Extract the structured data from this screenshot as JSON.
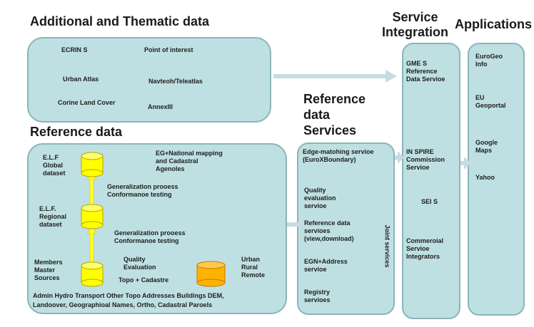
{
  "headings": {
    "additional": "Additional  and Thematic data",
    "reference": "Reference data",
    "reference_services": [
      "Reference",
      "data",
      "Services"
    ],
    "service_integration": [
      "Service",
      "Integration"
    ],
    "applications": "Applications"
  },
  "additional_items": {
    "ecrins": "ECRIN S",
    "poi": "Point of interest",
    "urban_atlas": "Urban Atlas",
    "navteq": "Navteoh/Teleatlas",
    "corine": "Corine Land Cover",
    "annex": "AnnexIII"
  },
  "reference_items": {
    "elf_global": [
      "E.L.F",
      "Global",
      "dataset"
    ],
    "eg_national": [
      "EG+National mapping",
      "and Cadastral",
      "Agenoles"
    ],
    "gen1": [
      "Generalization prooess",
      "Conformanoe  testing"
    ],
    "elf_regional": [
      "E.L.F.",
      "Regional",
      "dataset"
    ],
    "gen2": [
      "Generalization prooess",
      "Conformanoe  testing"
    ],
    "quality": [
      "Quality",
      "Evaluation"
    ],
    "members": [
      "Members",
      "Master",
      "Sources"
    ],
    "topo": "Topo  + Cadastre",
    "urban_rural": [
      "Urban",
      "Rural",
      "Remote"
    ],
    "bottom_line1": "Admin  Hydro  Transport  Other Topo  Addresses Buildings  DEM,",
    "bottom_line2": "Landoover,  Geographioal  Names,  Ortho,  Cadastral  Paroels"
  },
  "reference_services_items": {
    "edge": [
      "Edge-matohing  servioe",
      "(EuroXBoundary)"
    ],
    "quality_eval": [
      "Quality",
      "evaluation",
      "servioe"
    ],
    "ref_data": [
      "Reference  data",
      "servioes",
      "(view,download)"
    ],
    "egn": [
      "EGN+Address",
      "servioe"
    ],
    "registry": [
      "Registry",
      "servioes"
    ],
    "joint": "Joint  services"
  },
  "service_integration_items": {
    "gmes": [
      "GME S",
      "Reference",
      "Data  Servioe"
    ],
    "inspire": [
      "IN SPIRE",
      "Commission",
      "Servioe"
    ],
    "seis": "SEI S",
    "commercial": [
      "Commeroial",
      "Servioe",
      "Integrators"
    ]
  },
  "applications_items": {
    "eurogeo": [
      "EuroGeo",
      "Info"
    ],
    "eu_geoportal": [
      "EU",
      "Geoportal"
    ],
    "google": [
      "Google",
      "Maps"
    ],
    "yahoo": "Yahoo"
  },
  "colors": {
    "box_fill": "#bfe0e2",
    "box_border": "#8ab4bb",
    "cylinder_yellow": "#ffff00",
    "cylinder_orange": "#ffb300",
    "arrow_yellow": "#ffff33",
    "arrow_grey": "#c5dde2"
  }
}
